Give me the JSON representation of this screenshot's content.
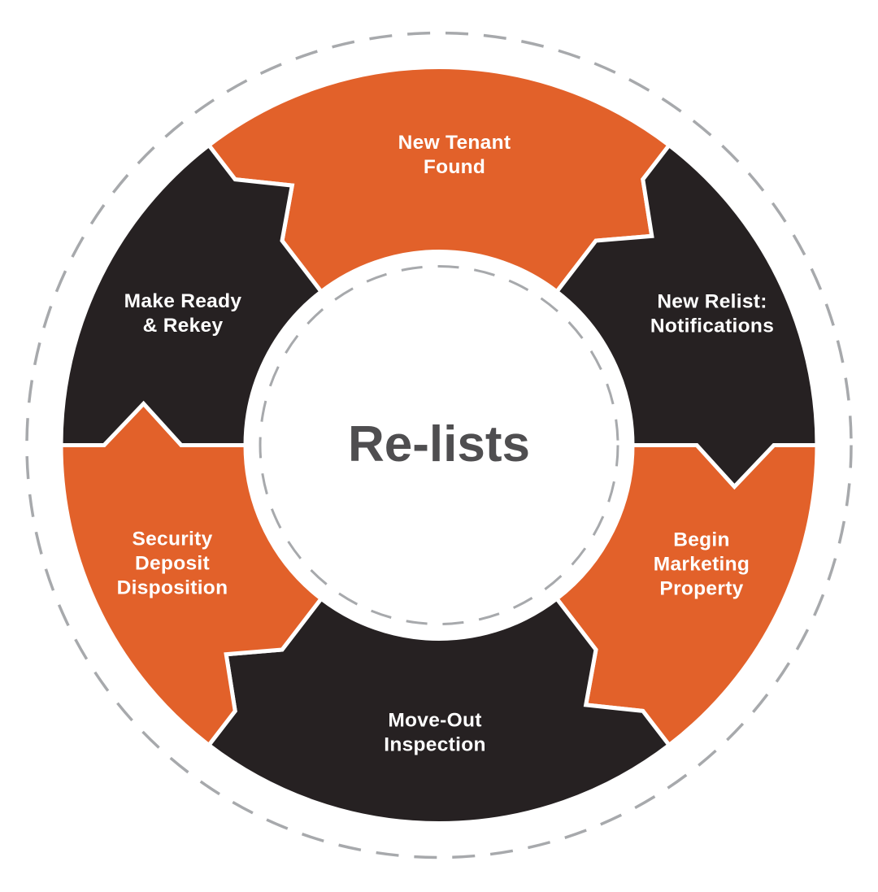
{
  "diagram": {
    "type": "cycle",
    "direction": "clockwise"
  },
  "title": {
    "text": "Re-lists",
    "color": "#4F4E50"
  },
  "colors": {
    "orange": "#E2612A",
    "black": "#262122",
    "dash_gray": "#A7A9AC",
    "gap_white": "#FFFFFF",
    "label_white": "#FFFFFF",
    "background": "#FFFFFF"
  },
  "segments": [
    {
      "id": "new-tenant-found",
      "color_key": "orange",
      "label": "New Tenant Found",
      "label_lines": [
        "New Tenant",
        "Found"
      ]
    },
    {
      "id": "new-relist-notifications",
      "color_key": "black",
      "label": "New Relist: Notifications",
      "label_lines": [
        "New Relist:",
        "Notifications"
      ]
    },
    {
      "id": "begin-marketing-property",
      "color_key": "orange",
      "label": "Begin Marketing Property",
      "label_lines": [
        "Begin",
        "Marketing",
        "Property"
      ]
    },
    {
      "id": "move-out-inspection",
      "color_key": "black",
      "label": "Move-Out Inspection",
      "label_lines": [
        "Move-Out",
        "Inspection"
      ]
    },
    {
      "id": "security-deposit-disposition",
      "color_key": "orange",
      "label": "Security Deposit Disposition",
      "label_lines": [
        "Security",
        "Deposit",
        "Disposition"
      ]
    },
    {
      "id": "make-ready-rekey",
      "color_key": "black",
      "label": "Make Ready & Rekey",
      "label_lines": [
        "Make Ready",
        "& Rekey"
      ]
    }
  ]
}
